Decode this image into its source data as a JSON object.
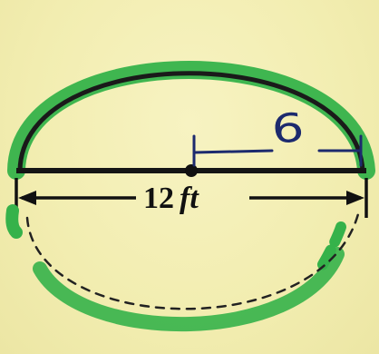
{
  "diameter_label": {
    "value": "12",
    "unit": "ft"
  },
  "radius_label": "6",
  "colors": {
    "background": "#f2edb0",
    "arc_highlight": "#35b24a",
    "ink": "#111111",
    "handwriting": "#1c2a6e"
  }
}
